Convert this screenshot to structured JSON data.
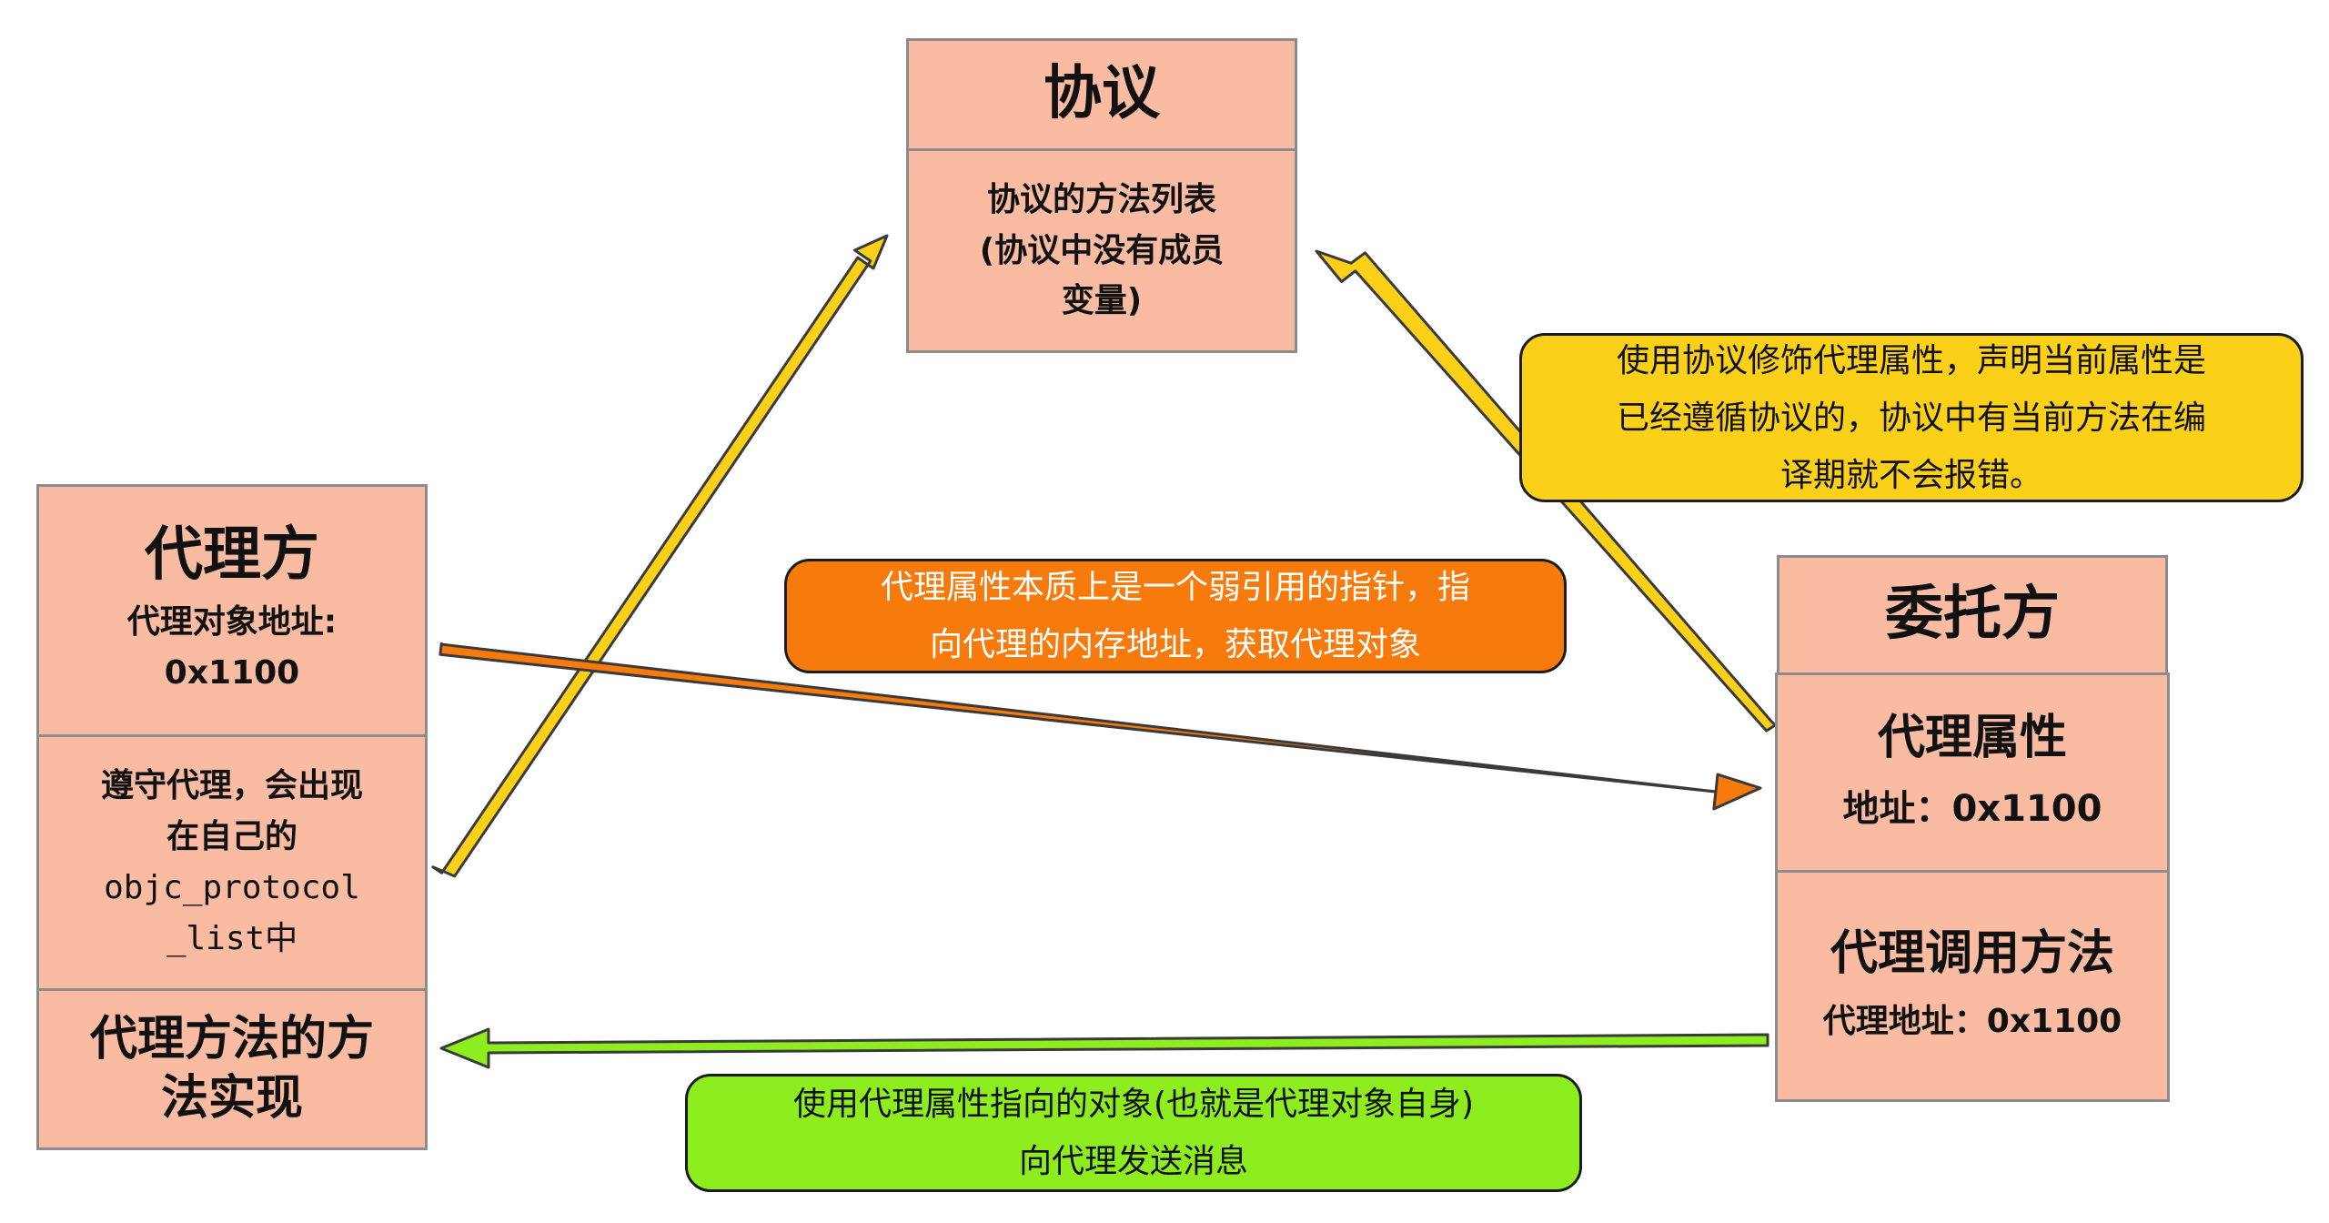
{
  "protocol": {
    "title": "协议",
    "desc_lines": [
      "协议的方法列表",
      "(协议中没有成员",
      "变量)"
    ]
  },
  "proxy": {
    "title": "代理方",
    "addr_lines": [
      "代理对象地址:",
      "0x1100"
    ],
    "conform_lines": [
      "遵守代理，会出现",
      "在自己的"
    ],
    "conform_code_lines": [
      "objc_protocol",
      "_list中"
    ],
    "impl_lines": [
      "代理方法的方",
      "法实现"
    ]
  },
  "delegator": {
    "title": "委托方",
    "property_title": "代理属性",
    "property_addr": "地址：0x1100",
    "invoke_title": "代理调用方法",
    "invoke_addr": "代理地址：0x1100"
  },
  "notes": {
    "yellow_lines": [
      "使用协议修饰代理属性，声明当前属性是",
      "已经遵循协议的，协议中有当前方法在编",
      "译期就不会报错。"
    ],
    "orange_lines": [
      "代理属性本质上是一个弱引用的指针，指",
      "向代理的内存地址，获取代理对象"
    ],
    "green_lines": [
      "使用代理属性指向的对象(也就是代理对象自身)",
      "向代理发送消息"
    ]
  },
  "colors": {
    "box_fill": "#f9bca3",
    "box_border": "#8c8c8c",
    "arrow_yellow": "#fbd018",
    "arrow_orange": "#f77a0d",
    "arrow_green": "#8ded1f"
  }
}
